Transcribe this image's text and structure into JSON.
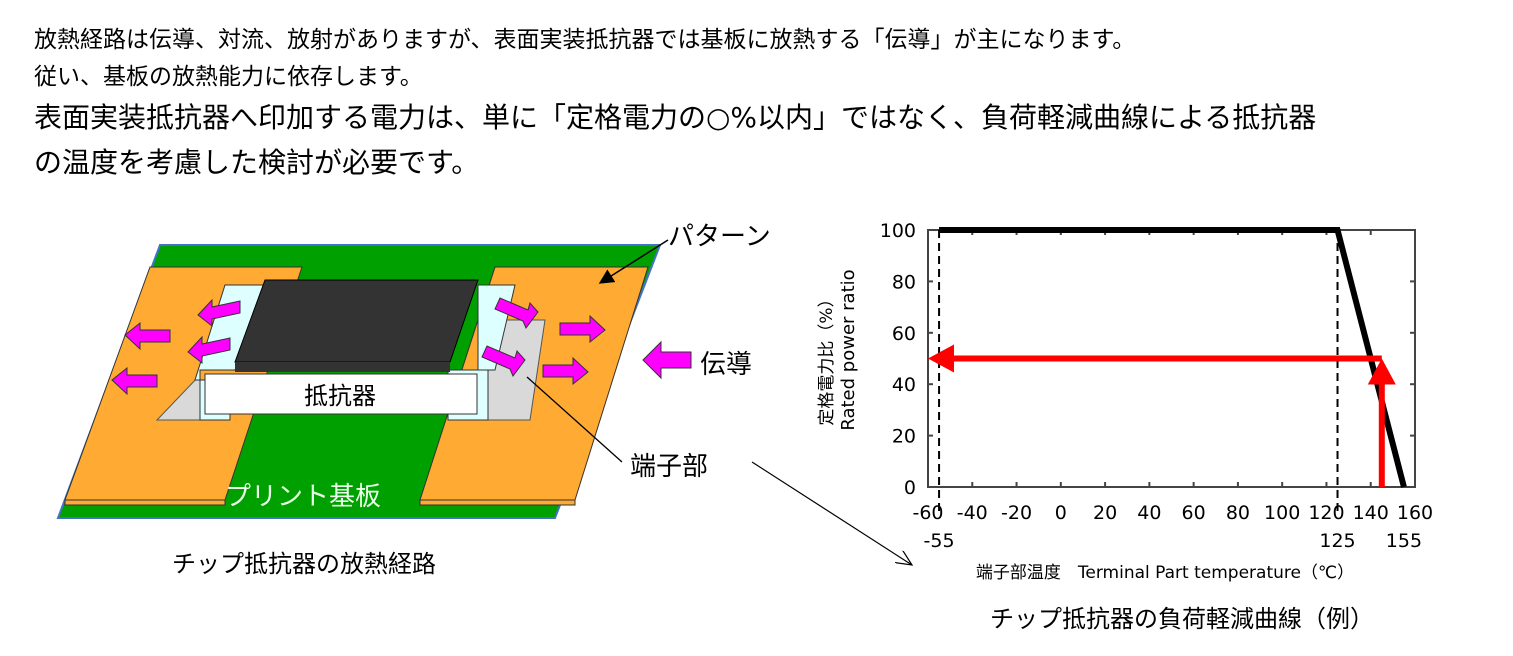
{
  "text": {
    "line1": "放熱経路は伝導、対流、放射がありますが、表面実装抵抗器では基板に放熱する「伝導」が主になります。",
    "line2": "従い、基板の放熱能力に依存します。",
    "line3": "表面実装抵抗器へ印加する電力は、単に「定格電力の○%以内」ではなく、負荷軽減曲線による抵抗器",
    "line4": "の温度を考慮した検討が必要です。"
  },
  "diagram": {
    "pattern_label": "パターン",
    "conduction_label": "伝導",
    "resistor_label": "抵抗器",
    "terminal_label": "端子部",
    "board_label": "プリント基板",
    "caption": "チップ抵抗器の放熱経路",
    "colors": {
      "board": "#00A000",
      "pad": "#FFAA33",
      "arrow": "#FF00FF",
      "body": "#333333",
      "terminal": "#DDFFFF",
      "solder": "#D9D9D9"
    }
  },
  "chart_data": {
    "type": "line",
    "title": "チップ抵抗器の負荷軽減曲線（例）",
    "ylabel_ja": "定格電力比（%）",
    "ylabel_en": "Rated power ratio",
    "xlabel": "端子部温度　Terminal Part temperature（℃）",
    "xlim": [
      -60,
      160
    ],
    "ylim": [
      0,
      100
    ],
    "xticks": [
      -60,
      -40,
      -20,
      0,
      20,
      40,
      60,
      80,
      100,
      120,
      140,
      160
    ],
    "yticks": [
      0,
      20,
      40,
      60,
      80,
      100
    ],
    "extra_xticks": [
      -55,
      125,
      155
    ],
    "series": [
      {
        "name": "derating",
        "x": [
          -55,
          125,
          155
        ],
        "y": [
          100,
          100,
          0
        ]
      }
    ],
    "dashed_verticals": [
      -55,
      125
    ],
    "annotations": [
      {
        "type": "arrow",
        "from": [
          145,
          0
        ],
        "to": [
          145,
          50
        ],
        "color": "#FF0000"
      },
      {
        "type": "arrow",
        "from": [
          145,
          50
        ],
        "to": [
          -60,
          50
        ],
        "color": "#FF0000"
      }
    ]
  }
}
